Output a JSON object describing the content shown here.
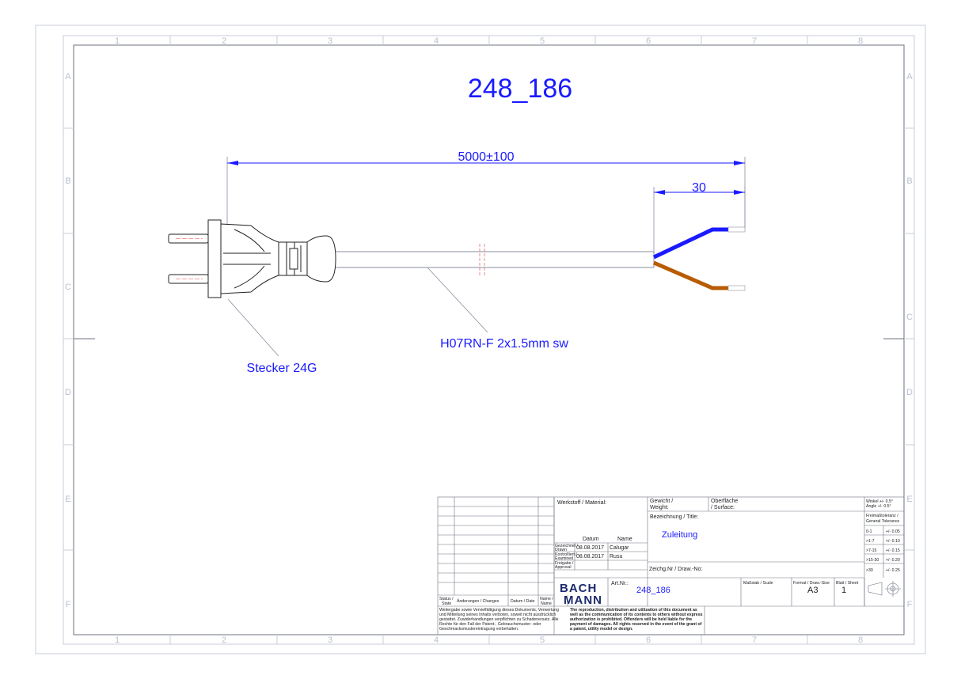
{
  "drawing_number": "248_186",
  "dimensions": {
    "total_length": "5000±100",
    "strip_length": "30"
  },
  "callouts": {
    "plug": "Stecker 24G",
    "cable": "H07RN-F 2x1.5mm sw"
  },
  "frame": {
    "columns": [
      "1",
      "2",
      "3",
      "4",
      "5",
      "6",
      "7",
      "8"
    ],
    "rows": [
      "A",
      "B",
      "C",
      "D",
      "E",
      "F"
    ]
  },
  "wire_colors": {
    "blue": "#1a1aff",
    "brown": "#b85c00",
    "text_blue": "#1a1aff"
  },
  "title_block": {
    "material_label": "Werkstoff / Material:",
    "weight_label_1": "Gewicht /",
    "weight_label_2": "Weight:",
    "surface_label_1": "Oberfläche",
    "surface_label_2": "/ Surface:",
    "title_label": "Bezeichnung / Title:",
    "title_value": "Zuleitung",
    "date_header": "Datum",
    "name_header": "Name",
    "drawn_label_1": "Gezeichnet /",
    "drawn_label_2": "Drawn",
    "drawn_date": "08.08.2017",
    "drawn_name": "Calugar",
    "checked_label_1": "Kontrolliert /",
    "checked_label_2": "Examined",
    "checked_date": "08.08.2017",
    "checked_name": "Rusu",
    "approval_label_1": "Freigabe /",
    "approval_label_2": "Approval",
    "drawing_no_label": "Zeichg.Nr / Draw.-No:",
    "status_label_1": "Status /",
    "status_label_2": "State",
    "changes_label": "Änderungen / Changes",
    "date_label": "Datum / Date",
    "name_label_1": "Name /",
    "name_label_2": "Name",
    "logo_line_1": "BACH",
    "logo_line_2": "MANN",
    "article_label": "Art.Nr.:",
    "article_value": "248_186",
    "scale_label": "Maßstab / Scale",
    "format_label": "Format / Draw.-Size",
    "format_value": "A3",
    "sheet_label": "Blatt / Sheet",
    "sheet_value": "1",
    "angle_tol_1": "Winkel +/- 0.5°",
    "angle_tol_2": "Angle +/- 0.5°",
    "general_tol_1": "Freimaßtoleranz /",
    "general_tol_2": "General Tolerance",
    "tolerances": [
      {
        "range": "0-1",
        "value": "+/- 0.05"
      },
      {
        "range": ">1-7",
        "value": "+/- 0.10"
      },
      {
        "range": ">7-15",
        "value": "+/- 0.15"
      },
      {
        "range": ">15-30",
        "value": "+/- 0.20"
      },
      {
        "range": ">30",
        "value": "+/- 0.25"
      }
    ],
    "legal_de": [
      "Weitergabe sowie Vervielfältigung dieses Dokuments, Verwertung",
      "und Mitteilung seines Inhalts verboten, soweit nicht ausdrücklich",
      "gestattet. Zuwiderhandlungen verpflichten zu Schadenersatz. Alle",
      "Rechte für den Fall der Patent-, Gebrauchsmuster- oder",
      "Geschmacksmustereintragung vorbehalten."
    ],
    "legal_en": [
      "The reproduction, distribution and utilization of this document as",
      "well as the communication of its contents to others without express",
      "authorization is prohibited. Offenders will be held liable for the",
      "payment of damages. All rights reserved in the event of the grant of",
      "a patent, utility model or design."
    ]
  }
}
